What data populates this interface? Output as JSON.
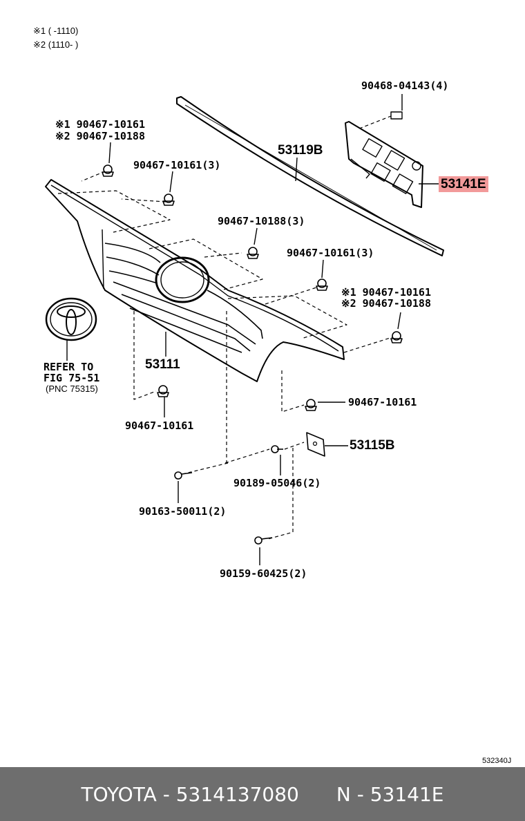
{
  "notes": [
    "※1 (      -1110)",
    "※2 (1110-      )"
  ],
  "labels": {
    "p90468": "90468-04143(4)",
    "p53119b": "53119B",
    "p53141e": "53141E",
    "n1a": "※1 90467-10161",
    "n1b": "※2 90467-10188",
    "p90467_10161_3a": "90467-10161(3)",
    "p90467_10188_3": "90467-10188(3)",
    "p90467_10161_3b": "90467-10161(3)",
    "n2a": "※1 90467-10161",
    "n2b": "※2 90467-10188",
    "p53111": "53111",
    "refer1": "REFER TO",
    "refer2": "FIG 75-51",
    "refer3": "(PNC 75315)",
    "p90467_10161_left": "90467-10161",
    "p90467_10161_right": "90467-10161",
    "p53115b": "53115B",
    "p90189": "90189-05046(2)",
    "p90163": "90163-50011(2)",
    "p90159": "90159-60425(2)",
    "figcode": "532340J"
  },
  "footer": {
    "left": "TOYOTA - 5314137080",
    "right": "N - 53141E"
  },
  "highlight_color": "#f29a9a"
}
